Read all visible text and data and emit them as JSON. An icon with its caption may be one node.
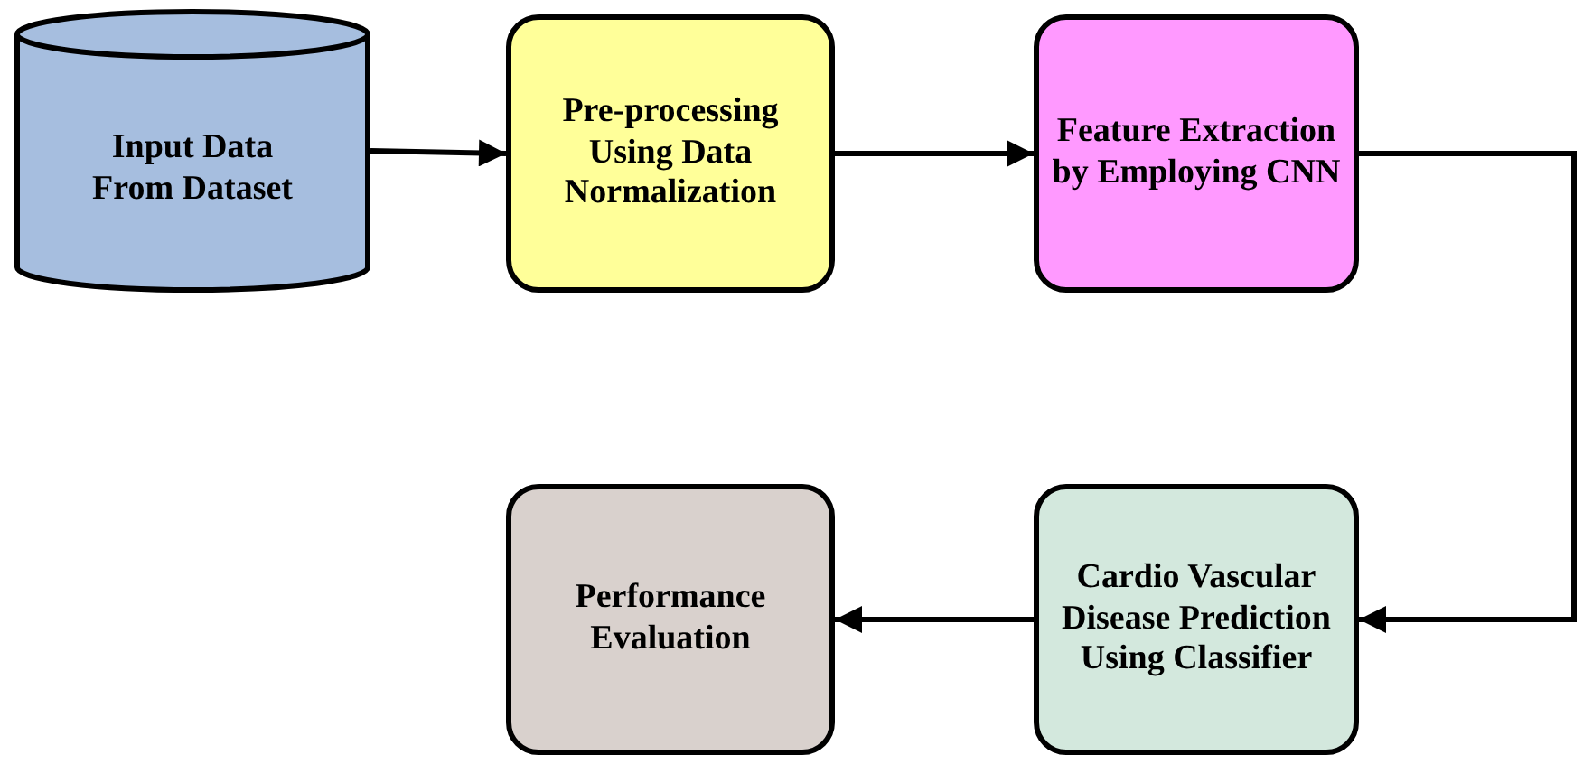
{
  "diagram": {
    "nodes": [
      {
        "text": [
          "Input Data From Dataset"
        ]
      },
      {
        "text": [
          "Pre-processing Using Data Normalization"
        ]
      },
      {
        "text": [
          "Feature Extraction by Employing CNN"
        ]
      },
      {
        "text": [
          "Performance Evaluation"
        ]
      },
      {
        "text": [
          "Cardio Vascular Disease Prediction Using Classifier"
        ]
      }
    ],
    "edges": [
      {
        "from": 0,
        "to": 1,
        "arrow": "to"
      },
      {
        "from": 1,
        "to": 2,
        "arrow": "to"
      },
      {
        "from": 2,
        "to": 4,
        "arrow": "to"
      },
      {
        "from": 4,
        "to": 3,
        "arrow": "to"
      }
    ]
  }
}
